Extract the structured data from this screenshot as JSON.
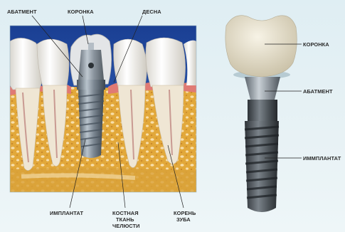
{
  "labels": {
    "abutment_left": "АБАТМЕНТ",
    "crown_left": "КОРОНКА",
    "gum": "ДЕСНА",
    "implant_left": "ИМПЛАНТАТ",
    "bone_line1": "КОСТНАЯ",
    "bone_line2": "ТКАНЬ",
    "bone_line3": "ЧЕЛЮСТИ",
    "root_line1": "КОРЕНЬ",
    "root_line2": "ЗУБА",
    "crown_right": "КОРОНКА",
    "abutment_right": "АБАТМЕНТ",
    "implant_right": "ИММПЛАНТАТ"
  },
  "colors": {
    "background": "#e4f0f4",
    "sky_blue": "#1f4fa8",
    "bone": "#e8b447",
    "bone_pores": "#f6dba0",
    "gum": "#e07a74",
    "tooth": "#f2f0ea",
    "metal": "#6f7c88",
    "crown_model": "#e9e2cc"
  }
}
